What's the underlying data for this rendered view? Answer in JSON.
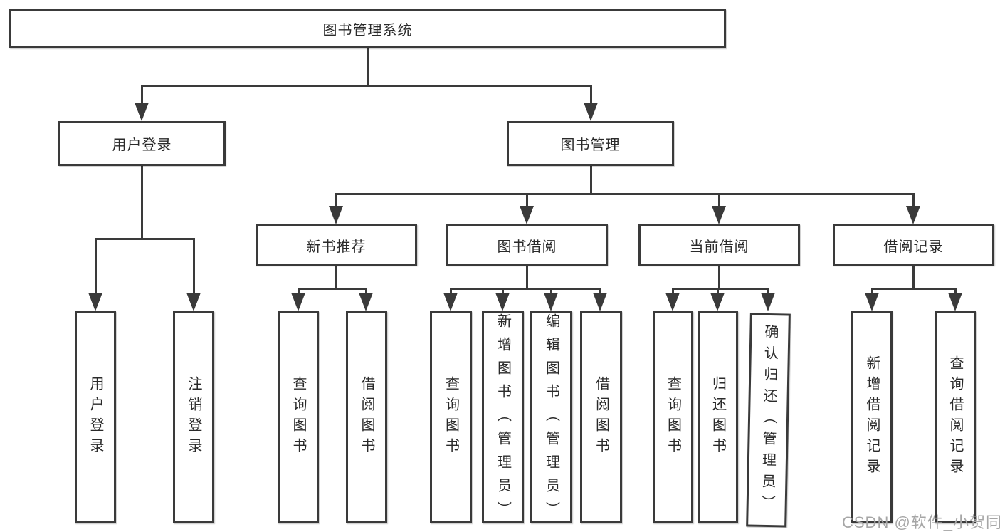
{
  "diagram": {
    "root": {
      "label": "图书管理系统"
    },
    "branches": {
      "user_login": {
        "label": "用户登录"
      },
      "book_management": {
        "label": "图书管理"
      }
    },
    "modules": {
      "new_book": {
        "label": "新书推荐"
      },
      "book_borrow": {
        "label": "图书借阅"
      },
      "current_borrow": {
        "label": "当前借阅"
      },
      "borrow_records": {
        "label": "借阅记录"
      }
    },
    "leaves": {
      "user_login": [
        "用户登录",
        "注销登录"
      ],
      "new_book": [
        "查询图书",
        "借阅图书"
      ],
      "book_borrow": [
        "查询图书",
        "新增图书（管理员）",
        "编辑图书（管理员）",
        "借阅图书"
      ],
      "current_borrow": [
        "查询图书",
        "归还图书",
        "确认归还（管理员）"
      ],
      "borrow_records": [
        "新增借阅记录",
        "查询借阅记录"
      ]
    }
  },
  "watermark": "CSDN @软件_小贺同学",
  "colors": {
    "line": "#3a3a3a",
    "text": "#2a2a2a",
    "watermark": "#a6a6a6",
    "background": "#ffffff"
  }
}
